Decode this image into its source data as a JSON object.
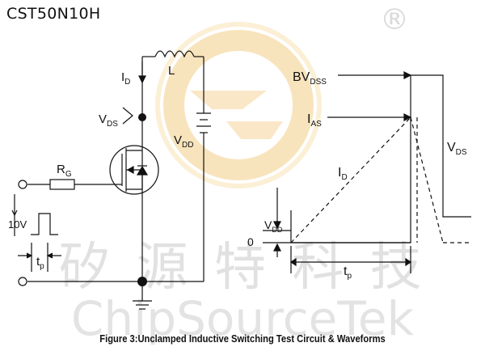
{
  "part_number": "CST50N10H",
  "caption": "Figure 3:Unclamped Inductive Switching Test Circuit & Waveforms",
  "circuit": {
    "id_label": "I",
    "id_sub": "D",
    "inductor_label": "L",
    "vds_label": "V",
    "vds_sub": "DS",
    "vdd_label": "V",
    "vdd_sub": "DD",
    "rg_label": "R",
    "rg_sub": "G",
    "pulse_amplitude": "10V",
    "tp_label": "t",
    "tp_sub": "p"
  },
  "waveform": {
    "bvdss_label": "BV",
    "bvdss_sub": "DSS",
    "ias_label": "I",
    "ias_sub": "AS",
    "id_label": "I",
    "id_sub": "D",
    "vds_label": "V",
    "vds_sub": "DS",
    "vdd_label": "V",
    "vdd_sub": "DD",
    "zero_label": "0",
    "tp_label": "t",
    "tp_sub": "p"
  },
  "watermark": {
    "chinese": "矽 源 特 科 技",
    "brand": "ChipSourceTek",
    "registered": "®"
  }
}
